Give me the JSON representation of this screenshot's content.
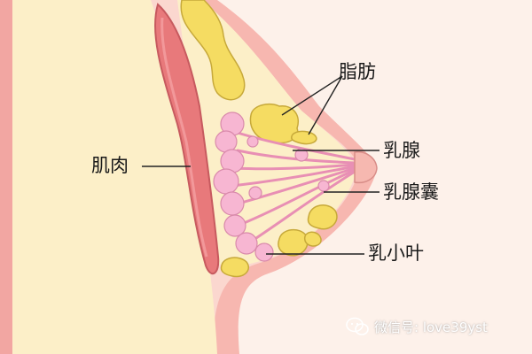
{
  "labels": {
    "fat": "脂肪",
    "gland": "乳腺",
    "duct_sac": "乳腺囊",
    "muscle": "肌肉",
    "lobule": "乳小叶"
  },
  "watermark": {
    "icon": "wechat-icon",
    "text": "微信号: love39yst"
  },
  "colors": {
    "background_left": "#fbeccb",
    "chest_wall": "#f4a7a4",
    "muscle": "#e8787a",
    "breast_skin": "#fbd3cf",
    "breast_inner": "#fcefc8",
    "fat": "#f5dc62",
    "lobule": "#f7b6d2",
    "duct": "#e88fb4",
    "leader_line": "#222222"
  }
}
